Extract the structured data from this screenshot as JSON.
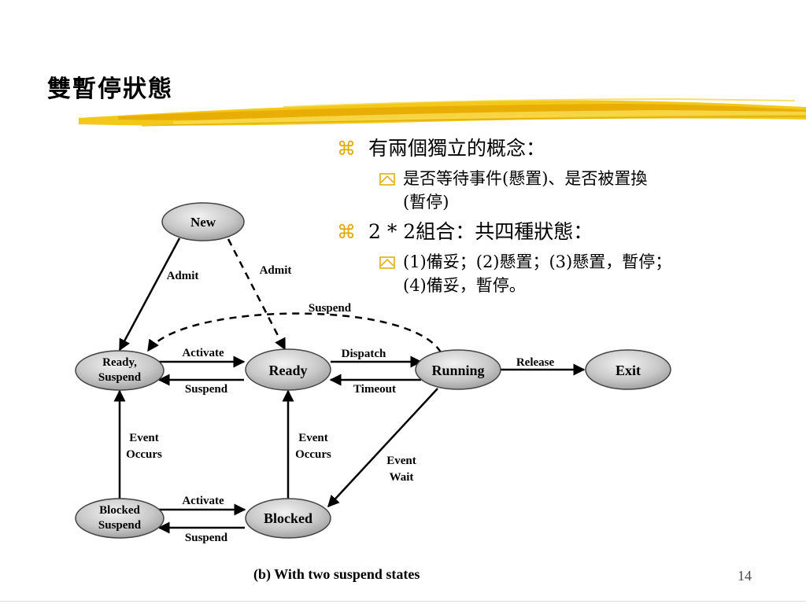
{
  "title": "雙暫停狀態",
  "bullets": [
    {
      "text": "有兩個獨立的概念：",
      "sub": [
        {
          "lines": [
            "是否等待事件(懸置)、是否被置換",
            "(暫停)"
          ]
        }
      ]
    },
    {
      "text": "2 * 2組合：共四種狀態：",
      "sub": [
        {
          "lines": [
            "(1)備妥；(2)懸置；(3)懸置，暫停；",
            "(4)備妥，暫停。"
          ]
        }
      ]
    }
  ],
  "diagram": {
    "states": {
      "new": "New",
      "ready_suspend": [
        "Ready,",
        "Suspend"
      ],
      "ready": "Ready",
      "running": "Running",
      "exit": "Exit",
      "blocked_suspend": [
        "Blocked",
        "Suspend"
      ],
      "blocked": "Blocked"
    },
    "transitions": {
      "admit_left": "Admit",
      "admit_right": "Admit",
      "suspend_top": "Suspend",
      "activate_top": "Activate",
      "suspend_mid": "Suspend",
      "dispatch": "Dispatch",
      "timeout": "Timeout",
      "release": "Release",
      "event_occurs_left": [
        "Event",
        "Occurs"
      ],
      "event_occurs_mid": [
        "Event",
        "Occurs"
      ],
      "event_wait": [
        "Event",
        "Wait"
      ],
      "activate_bottom": "Activate",
      "suspend_bottom": "Suspend"
    }
  },
  "caption": "(b) With two suspend states",
  "page_number": "14",
  "colors": {
    "bullet_marker": "#e0a800",
    "brush": "#f2c200",
    "state_fill_light": "#f2f2f2",
    "state_fill_dark": "#9a9a9a"
  }
}
